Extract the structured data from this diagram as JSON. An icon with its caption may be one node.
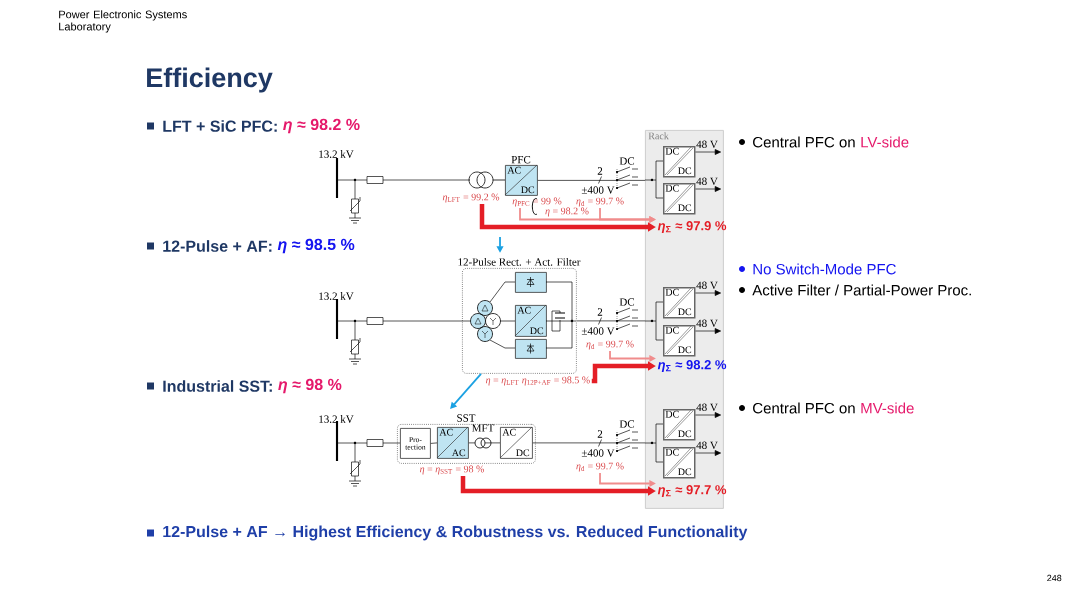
{
  "diagram": {
    "title": "Efficiency",
    "nodes": [
      {
        "text": [
          "Rack"
        ]
      },
      {
        "text": [
          "DC",
          "DC"
        ],
        "in": 0
      },
      {
        "text": [
          "DC",
          "DC"
        ],
        "in": 0
      },
      {
        "text": [
          "DC",
          "DC"
        ],
        "in": 0
      },
      {
        "text": [
          "DC",
          "DC"
        ],
        "in": 0
      },
      {
        "text": [
          "DC",
          "DC"
        ],
        "in": 0
      },
      {
        "text": [
          "DC",
          "DC"
        ],
        "in": 0
      },
      {
        "text": [
          "PFC",
          "AC",
          "DC"
        ]
      },
      {
        "text": [
          "*η*$_{LFT}$ = 99.2 %"
        ]
      },
      {
        "text": [
          "*η*$_{PFC}$ = 99 %"
        ]
      },
      {
        "text": [
          "*η*$_{d}$ = 99.7 %"
        ]
      },
      {
        "text": [
          "*η*$_{Σ}$ ≈ 97.9 %"
        ],
        "in": 0
      },
      {
        "text": [
          "12-Pulse Rect. + Act. Filter"
        ]
      },
      {
        "text": [],
        "shape": "box",
        "in": 12
      },
      {
        "text": [
          "AC",
          "DC"
        ],
        "in": 12
      },
      {
        "text": [],
        "shape": "box",
        "in": 12
      },
      {
        "text": [
          "*η*$_{d}$ = 99.7 %"
        ]
      },
      {
        "text": [
          "*η* = *η*$_{LFT}$ *η*$_{12P+AF}$ = 98.5 %"
        ]
      },
      {
        "text": [
          "*η*$_{Σ}$ ≈ 98.2 %"
        ],
        "in": 0
      },
      {
        "text": [
          "SST"
        ]
      },
      {
        "text": [
          "Pro- tection"
        ],
        "in": 19
      },
      {
        "text": [
          "AC",
          "AC"
        ],
        "in": 19
      },
      {
        "text": [
          "AC",
          "DC"
        ],
        "in": 19
      },
      {
        "text": [
          "*η* = *η*$_{SST}$ = 98 %"
        ]
      },
      {
        "text": [
          "*η*$_{d}$ = 99.7 %"
        ]
      },
      {
        "text": [
          "*η*$_{Σ}$ ≈ 97.7 %"
        ],
        "in": 0
      }
    ],
    "edges": [
      {
        "from": 8,
        "to": 11,
        "arrow": "to",
        "style": "thick",
        "color": "#e41e26"
      },
      {
        "from": 9,
        "to": 11,
        "arrow": "to",
        "color": "#f08c8c"
      },
      {
        "from": 10,
        "to": 11,
        "arrow": "to",
        "color": "#f08c8c"
      },
      {
        "from": null,
        "to": 12,
        "arrow": "to",
        "color": "#1ba1e2"
      },
      {
        "from": 17,
        "to": 18,
        "arrow": "to",
        "style": "thick",
        "color": "#e41e26"
      },
      {
        "from": 16,
        "to": 18,
        "arrow": "to",
        "color": "#f08c8c"
      },
      {
        "from": 12,
        "to": 19,
        "arrow": "to",
        "color": "#1ba1e2"
      },
      {
        "from": 23,
        "to": 25,
        "arrow": "to",
        "style": "thick",
        "color": "#e41e26"
      },
      {
        "from": 24,
        "to": 25,
        "arrow": "to",
        "color": "#f08c8c"
      },
      {
        "from": 20,
        "to": 21,
        "arrow": "none"
      },
      {
        "from": 21,
        "to": 22,
        "arrow": "none"
      },
      {
        "from": 7,
        "to": 0,
        "arrow": "none"
      },
      {
        "from": 12,
        "to": 0,
        "arrow": "none"
      },
      {
        "from": 22,
        "to": 0,
        "arrow": "none"
      },
      {
        "from": 1,
        "to": null,
        "arrow": "to",
        "label": "48 V"
      },
      {
        "from": 2,
        "to": null,
        "arrow": "to",
        "label": "48 V"
      },
      {
        "from": 3,
        "to": null,
        "arrow": "to",
        "label": "48 V"
      },
      {
        "from": 4,
        "to": null,
        "arrow": "to",
        "label": "48 V"
      },
      {
        "from": 5,
        "to": null,
        "arrow": "to",
        "label": "48 V"
      },
      {
        "from": 6,
        "to": null,
        "arrow": "to",
        "label": "48 V"
      }
    ],
    "labels": [
      "Power Electronic Systems Laboratory",
      "LFT + SiC PFC:",
      "*η* ≈ 98.2 %",
      "Central PFC on",
      "LV-side",
      "13.2 kV",
      "2",
      "DC",
      "±400 V",
      "*η* = 98.2 %",
      "12-Pulse + AF:",
      "*η* ≈ 98.5 %",
      "No Switch-Mode PFC",
      "Active Filter / Partial-Power Proc.",
      "13.2 kV",
      "2",
      "DC",
      "±400 V",
      "Industrial SST:",
      "*η* ≈ 98 %",
      "Central PFC on",
      "MV-side",
      "13.2 kV",
      "MFT",
      "2",
      "DC",
      "±400 V",
      "12-Pulse + AF → Highest Efficiency & Robustness vs. Reduced Functionality",
      "248"
    ]
  }
}
